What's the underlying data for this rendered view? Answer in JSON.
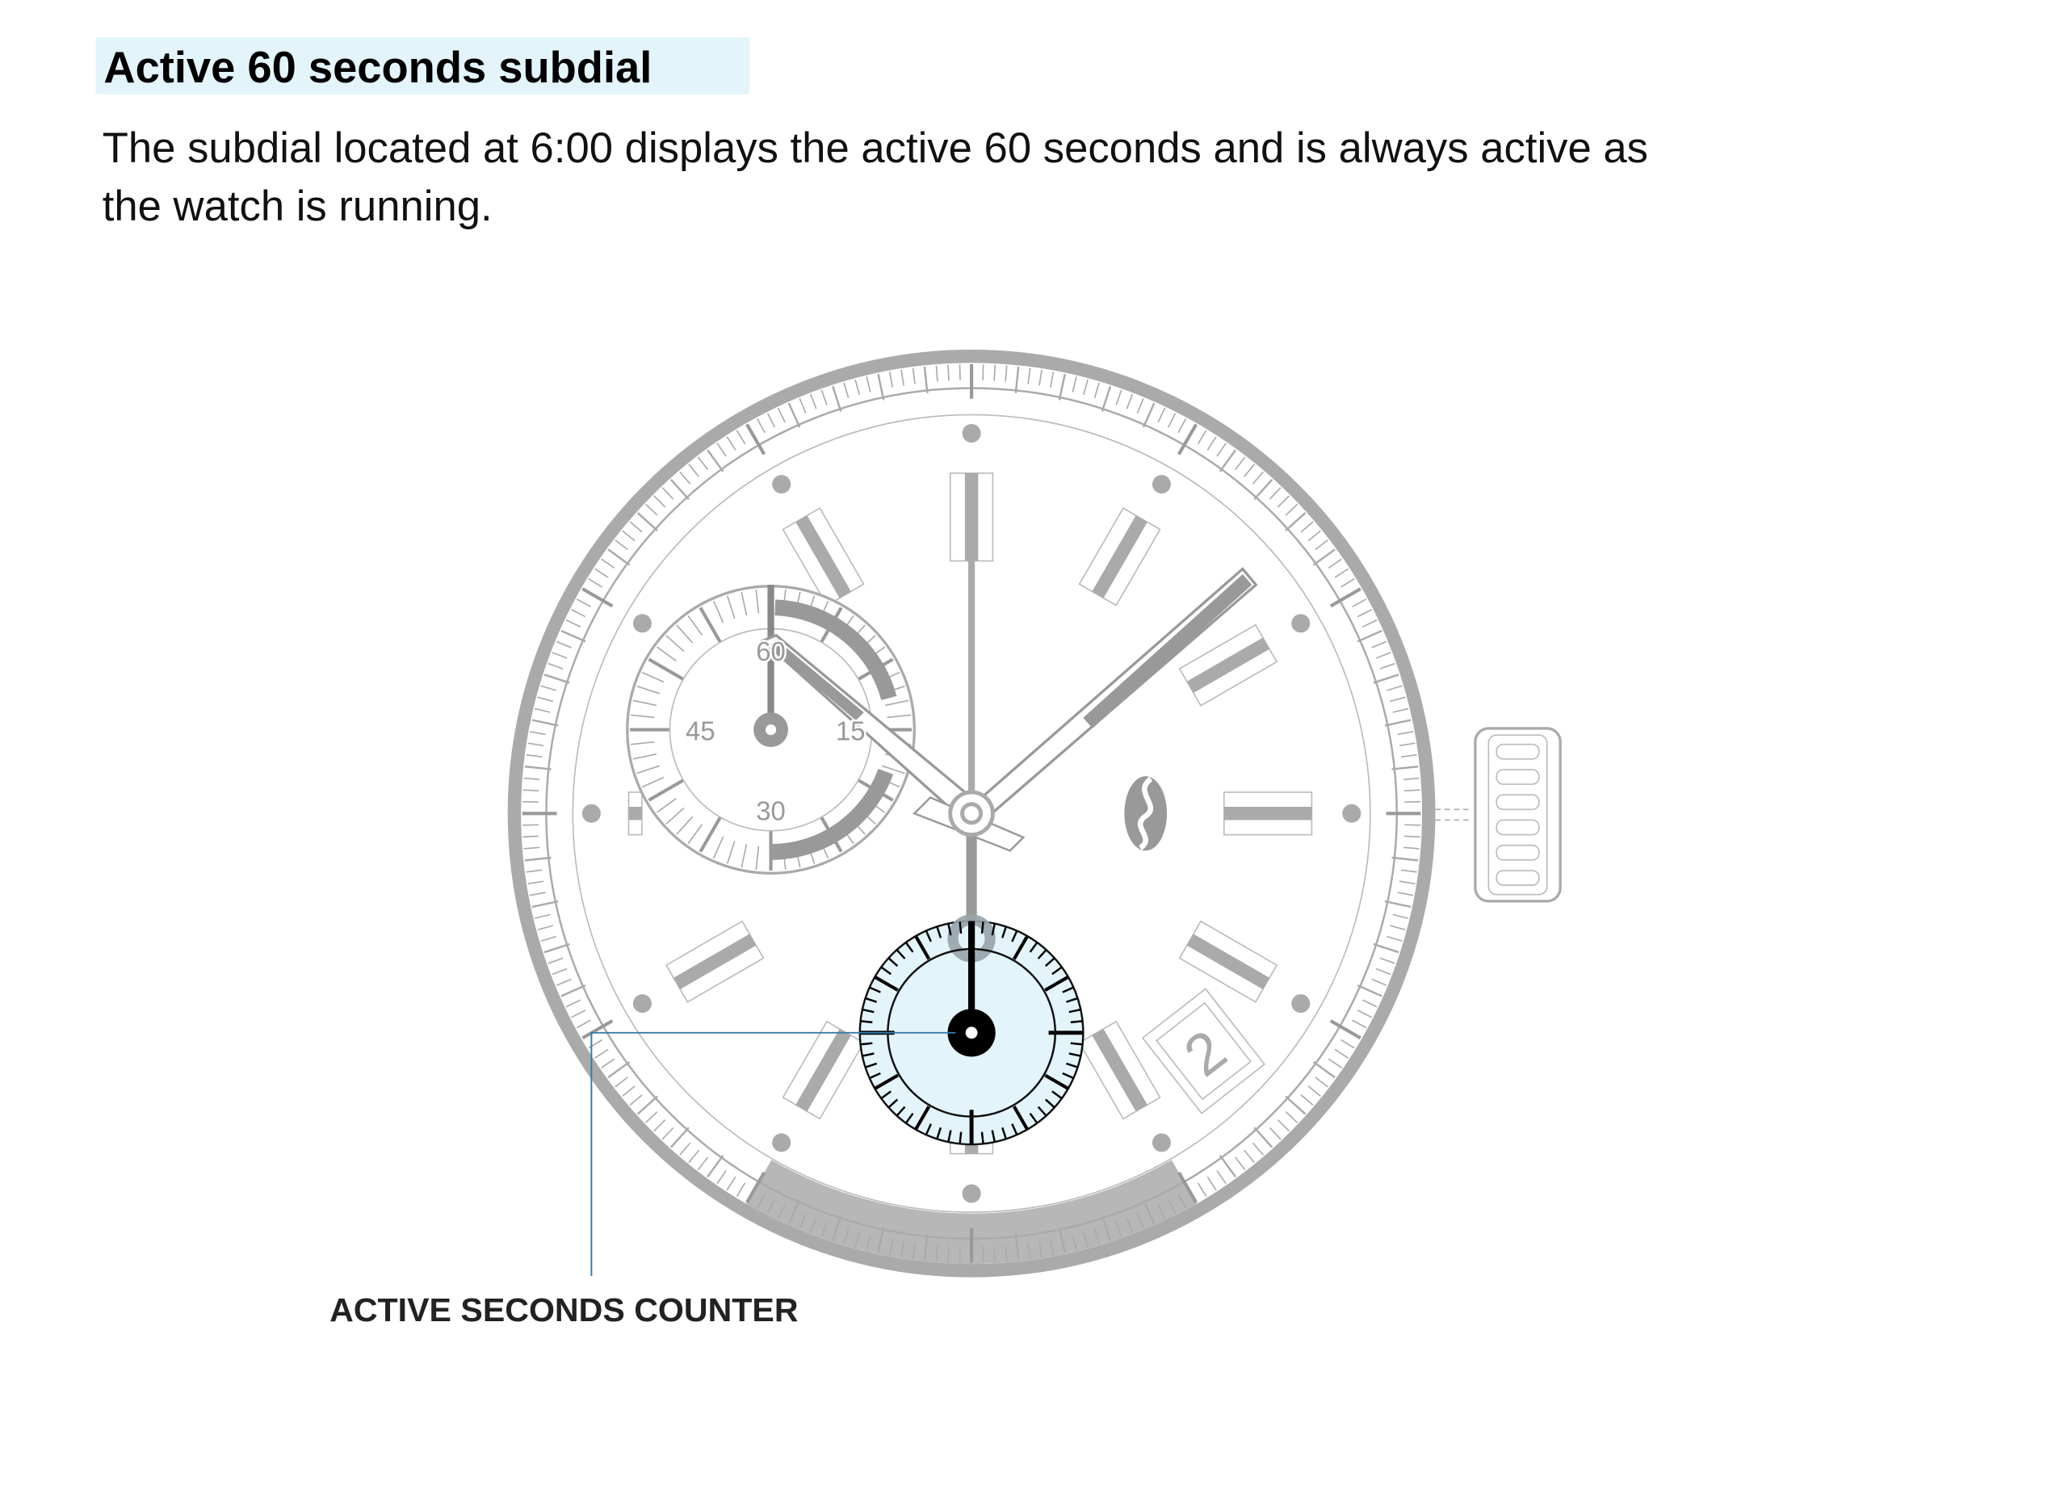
{
  "heading": "Active 60 seconds subdial",
  "description_line1": "The subdial located at 6:00 displays the active 60 seconds and is always active as",
  "description_line2": "the watch is running.",
  "callout_label": "ACTIVE SECONDS COUNTER",
  "subdial_left_numbers": {
    "n60": "60",
    "n15": "15",
    "n30": "30",
    "n45": "45"
  },
  "date_window": "2",
  "colors": {
    "highlight": "#e3f4fb",
    "callout_line": "#3a7ca5",
    "subdial_fill": "#e4f4fb",
    "watch_gray": "#aaaaaa"
  }
}
